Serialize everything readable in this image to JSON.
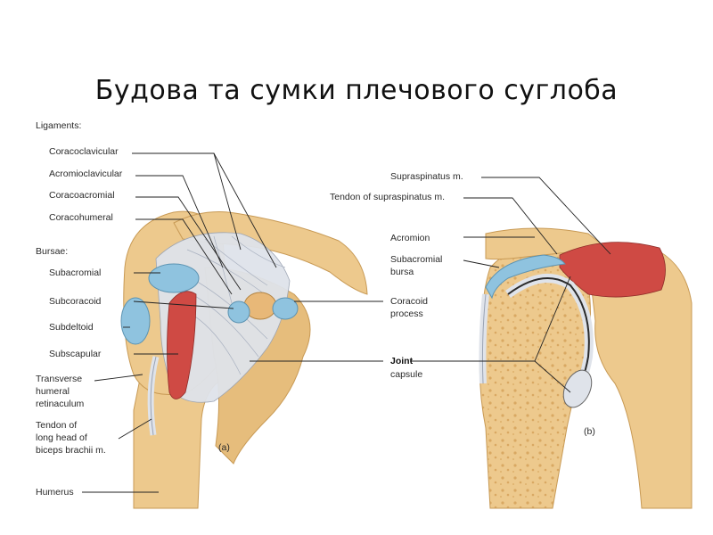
{
  "title": "Будова та сумки  плечового суглоба",
  "left_labels": {
    "ligaments_heading": "Ligaments:",
    "coracoclavicular": "Coracoclavicular",
    "acromioclavicular": "Acromioclavicular",
    "coracoacromial": "Coracoacromial",
    "coracohumeral": "Coracohumeral",
    "bursae_heading": "Bursae:",
    "subacromial": "Subacromial",
    "subcoracoid": "Subcoracoid",
    "subdeltoid": "Subdeltoid",
    "subscapular": "Subscapular",
    "transverse_1": "Transverse",
    "transverse_2": "humeral",
    "transverse_3": "retinaculum",
    "tendon_1": "Tendon of",
    "tendon_2": "long head of",
    "tendon_3": "biceps brachii m.",
    "humerus": "Humerus",
    "panel_a": "(a)"
  },
  "right_labels": {
    "supraspinatus": "Supraspinatus m.",
    "tendon_supraspinatus": "Tendon of supraspinatus m.",
    "acromion": "Acromion",
    "subacromial_1": "Subacromial",
    "subacromial_2": "bursa",
    "coracoid_1": "Coracoid",
    "coracoid_2": "process",
    "joint_1": "Joint",
    "joint_2": "capsule",
    "panel_b": "(b)"
  },
  "colors": {
    "bone": "#edc98d",
    "bone_dark": "#d9a862",
    "bursa": "#8fc3df",
    "ligament": "#dfe3ea",
    "muscle": "#cf4a44"
  }
}
